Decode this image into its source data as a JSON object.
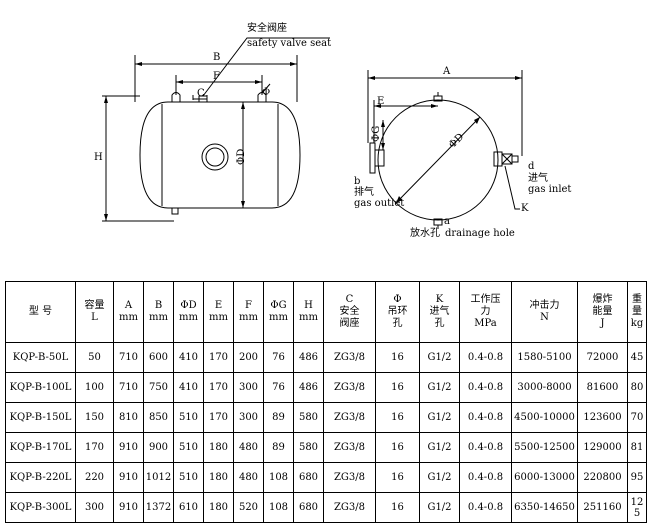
{
  "drawing": {
    "safety_valve_cn": "安全阀座",
    "safety_valve_en": "safety valve seat",
    "dim_B": "B",
    "dim_F": "F",
    "dim_C": "C",
    "dim_phi": "Φ",
    "dim_H": "H",
    "dim_phiD_left": "ΦD",
    "dim_A": "A",
    "dim_E": "E",
    "dim_phiG": "ΦG",
    "dim_phiD_right": "ΦD",
    "letter_b": "b",
    "outlet_cn": "排气",
    "outlet_en": "gas outlet",
    "letter_d": "d",
    "inlet_cn": "进气",
    "inlet_en": "gas inlet",
    "letter_K": "K",
    "letter_a": "a",
    "drain_cn": "放水孔",
    "drain_en": "drainage hole"
  },
  "table": {
    "headers": [
      {
        "top": "型  号",
        "bottom": ""
      },
      {
        "top": "容量",
        "bottom": "L"
      },
      {
        "top": "A",
        "bottom": "mm"
      },
      {
        "top": "B",
        "bottom": "mm"
      },
      {
        "top": "ΦD",
        "bottom": "mm"
      },
      {
        "top": "E",
        "bottom": "mm"
      },
      {
        "top": "F",
        "bottom": "mm"
      },
      {
        "top": "ΦG",
        "bottom": "mm"
      },
      {
        "top": "H",
        "bottom": "mm"
      },
      {
        "top": "C",
        "mid": "安全",
        "bottom": "阀座"
      },
      {
        "top": "Φ",
        "mid": "吊环",
        "bottom": "孔"
      },
      {
        "top": "K",
        "mid": "进气",
        "bottom": "孔"
      },
      {
        "top": "工作压",
        "mid": "力",
        "bottom": "MPa"
      },
      {
        "top": "冲击力",
        "bottom": "N"
      },
      {
        "top": "爆炸",
        "mid": "能量",
        "bottom": "J"
      },
      {
        "top": "重",
        "mid": "量",
        "bottom": "kg"
      }
    ],
    "rows": [
      [
        "KQP-B-50L",
        "50",
        "710",
        "600",
        "410",
        "170",
        "200",
        "76",
        "486",
        "ZG3/8",
        "16",
        "G1/2",
        "0.4-0.8",
        "1580-5100",
        "72000",
        "45"
      ],
      [
        "KQP-B-100L",
        "100",
        "710",
        "750",
        "410",
        "170",
        "300",
        "76",
        "486",
        "ZG3/8",
        "16",
        "G1/2",
        "0.4-0.8",
        "3000-8000",
        "81600",
        "80"
      ],
      [
        "KQP-B-150L",
        "150",
        "810",
        "850",
        "510",
        "170",
        "300",
        "89",
        "580",
        "ZG3/8",
        "16",
        "G1/2",
        "0.4-0.8",
        "4500-10000",
        "123600",
        "70"
      ],
      [
        "KQP-B-170L",
        "170",
        "910",
        "900",
        "510",
        "180",
        "480",
        "89",
        "580",
        "ZG3/8",
        "16",
        "G1/2",
        "0.4-0.8",
        "5500-12500",
        "129000",
        "81"
      ],
      [
        "KQP-B-220L",
        "220",
        "910",
        "1012",
        "510",
        "180",
        "480",
        "108",
        "680",
        "ZG3/8",
        "16",
        "G1/2",
        "0.4-0.8",
        "6000-13000",
        "220800",
        "95"
      ],
      [
        "KQP-B-300L",
        "300",
        "910",
        "1372",
        "610",
        "180",
        "520",
        "108",
        "680",
        "ZG3/8",
        "16",
        "G1/2",
        "0.4-0.8",
        "6350-14650",
        "251160",
        "125"
      ]
    ]
  }
}
